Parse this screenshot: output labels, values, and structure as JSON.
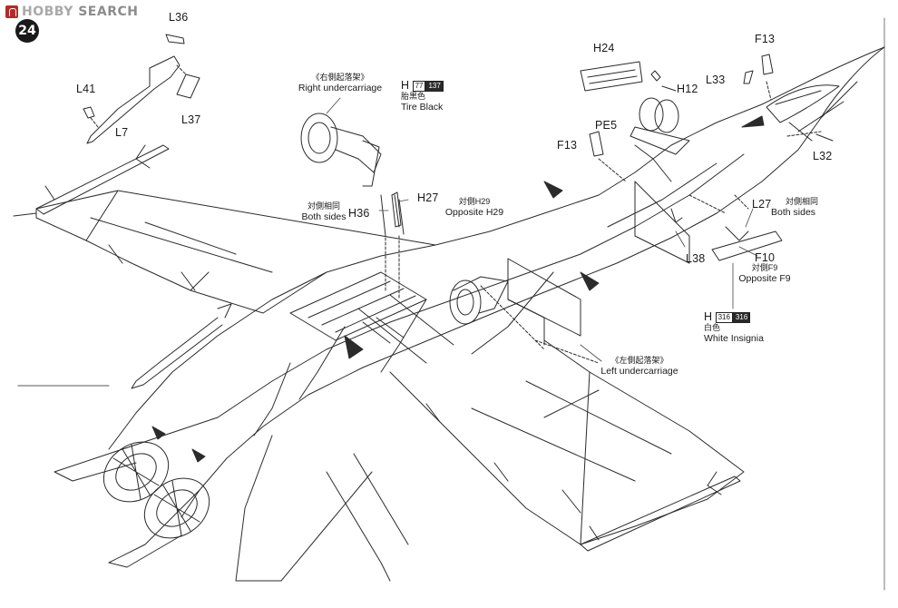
{
  "watermark": {
    "brand_prefix": "HOBBY",
    "brand_suffix": "SEARCH",
    "logo_icon": "hobbysearch-logo-icon"
  },
  "step_number": "24",
  "parts": {
    "L36": "L36",
    "L37": "L37",
    "L41": "L41",
    "L7": "L7",
    "H24": "H24",
    "H12": "H12",
    "PE5": "PE5",
    "F13_top": "F13",
    "F13_left": "F13",
    "L33": "L33",
    "L32": "L32",
    "L27": "L27",
    "F10": "F10",
    "L38": "L38",
    "H27": "H27",
    "H36": "H36"
  },
  "right_undercarriage": {
    "jp": "《右側起落架》",
    "en": "Right undercarriage"
  },
  "left_undercarriage": {
    "jp": "《左側起落架》",
    "en": "Left undercarriage"
  },
  "tire_color": {
    "prefix": "H",
    "code1": "77",
    "code2": "137",
    "jp": "胎黒色",
    "en": "Tire Black"
  },
  "h29_note": {
    "jp": "対側H29",
    "en": "Opposite H29"
  },
  "both_sides_left": {
    "jp": "対側相同",
    "en": "Both sides"
  },
  "both_sides_right": {
    "jp": "対側相同",
    "en": "Both sides"
  },
  "f9_note": {
    "jp": "対側F9",
    "en": "Opposite F9"
  },
  "insignia_color": {
    "prefix": "H",
    "code1": "316",
    "code2": "316",
    "jp": "白色",
    "en": "White Insignia"
  }
}
